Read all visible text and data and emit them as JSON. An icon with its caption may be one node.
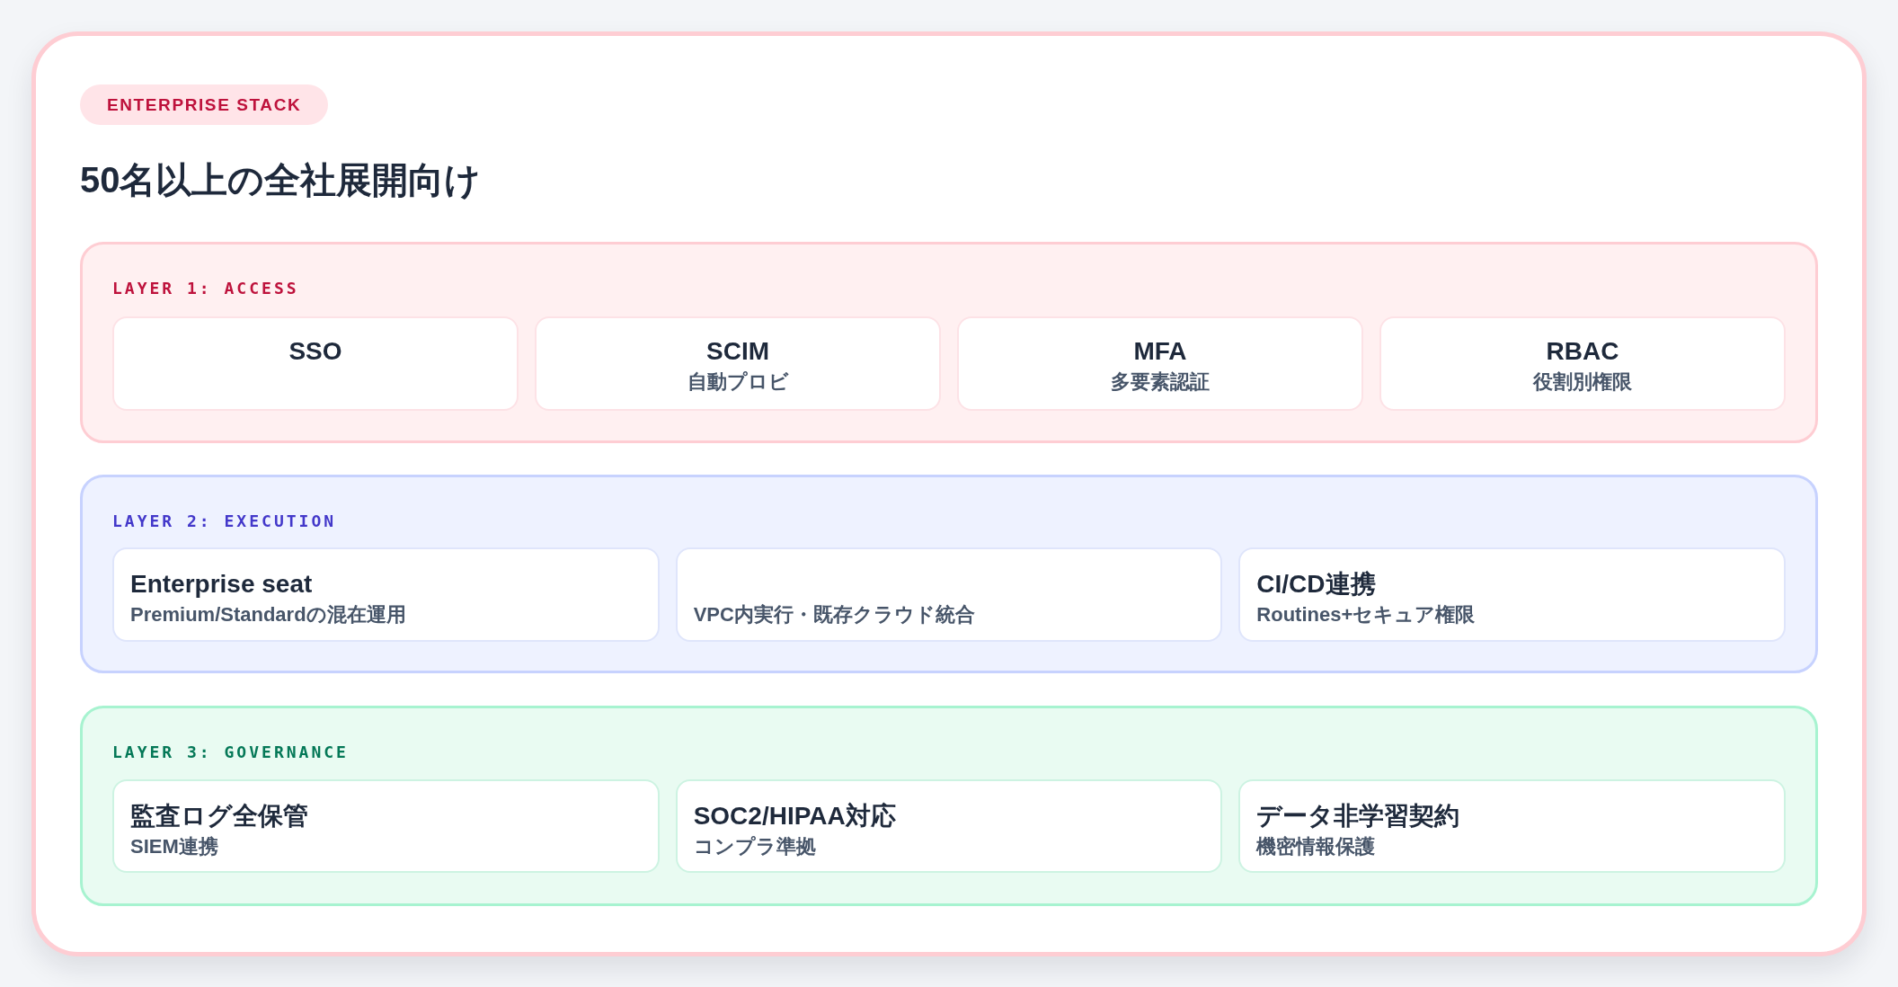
{
  "diagram": {
    "title": "50名以上の全社展開向け",
    "labels": [
      "ENTERPRISE STACK"
    ],
    "nodes": [
      {
        "text": [
          "LAYER 1: ACCESS"
        ]
      },
      {
        "text": [
          "SSO"
        ],
        "in": 0
      },
      {
        "text": [
          "SCIM",
          "自動プロビ"
        ],
        "in": 0
      },
      {
        "text": [
          "MFA",
          "多要素認証"
        ],
        "in": 0
      },
      {
        "text": [
          "RBAC",
          "役割別権限"
        ],
        "in": 0
      },
      {
        "text": [
          "LAYER 2: EXECUTION"
        ]
      },
      {
        "text": [
          "Enterprise seat",
          "Premium/Standardの混在運用"
        ],
        "in": 5
      },
      {
        "text": [
          "VPC内実行・既存クラウド統合"
        ],
        "in": 5
      },
      {
        "text": [
          "CI/CD連携",
          "Routines+セキュア権限"
        ],
        "in": 5
      },
      {
        "text": [
          "LAYER 3: GOVERNANCE"
        ]
      },
      {
        "text": [
          "監査ログ全保管",
          "SIEM連携"
        ],
        "in": 9
      },
      {
        "text": [
          "SOC2/HIPAA対応",
          "コンプラ準拠"
        ],
        "in": 9
      },
      {
        "text": [
          "データ非学習契約",
          "機密情報保護"
        ],
        "in": 9
      }
    ]
  }
}
